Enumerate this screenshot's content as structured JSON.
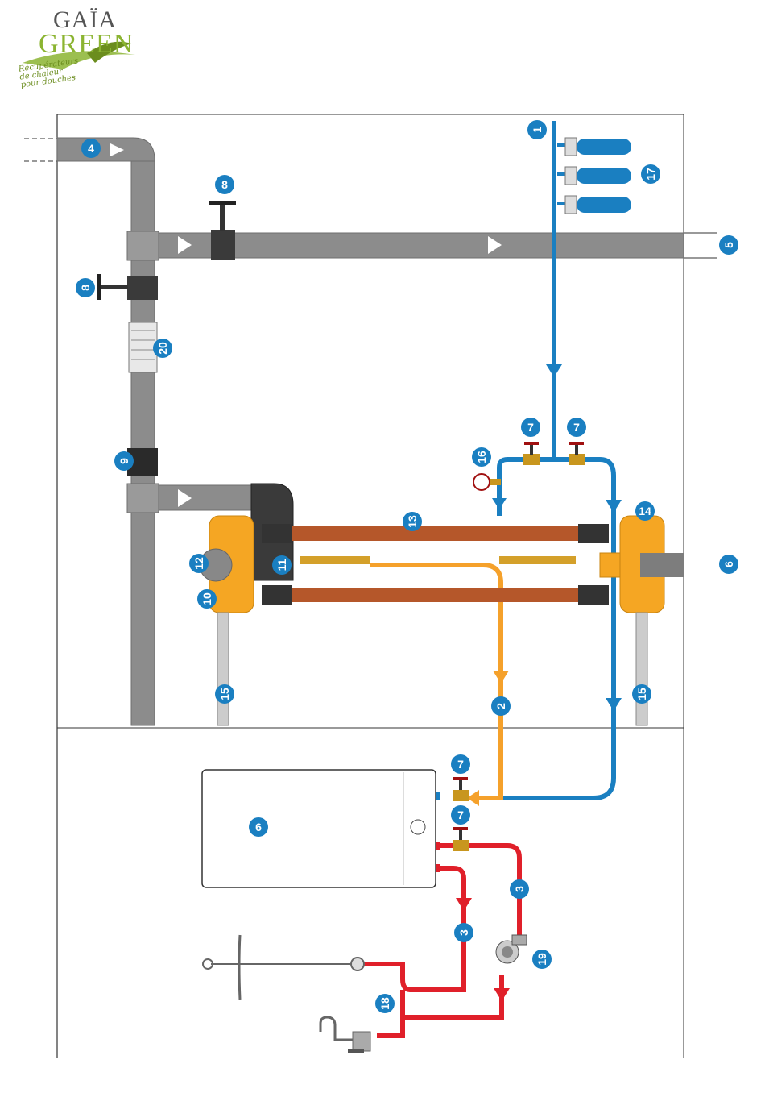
{
  "logo": {
    "line1": "GAÏA",
    "line2": "GREEN",
    "tagline_1": "Récupérateurs",
    "tagline_2": "de chaleur",
    "tagline_3": "pour douches"
  },
  "colors": {
    "pipe_grey": "#8c8c8c",
    "cold_water": "#1a7fc1",
    "preheated_water": "#f5a12b",
    "hot_water": "#e0202a",
    "copper": "#b5572a",
    "exchanger_body": "#f5a623",
    "callout": "#1a7fc1"
  },
  "callouts": {
    "c1": "1",
    "c2": "2",
    "c3a": "3",
    "c3b": "3",
    "c4": "4",
    "c5": "5",
    "c6a": "6",
    "c6b": "6",
    "c7a": "7",
    "c7b": "7",
    "c7c": "7",
    "c7d": "7",
    "c8a": "8",
    "c8b": "8",
    "c9": "9",
    "c10": "10",
    "c11": "11",
    "c12": "12",
    "c13": "13",
    "c14": "14",
    "c15a": "15",
    "c15b": "15",
    "c16": "16",
    "c17": "17",
    "c18": "18",
    "c19": "19",
    "c20": "20"
  }
}
